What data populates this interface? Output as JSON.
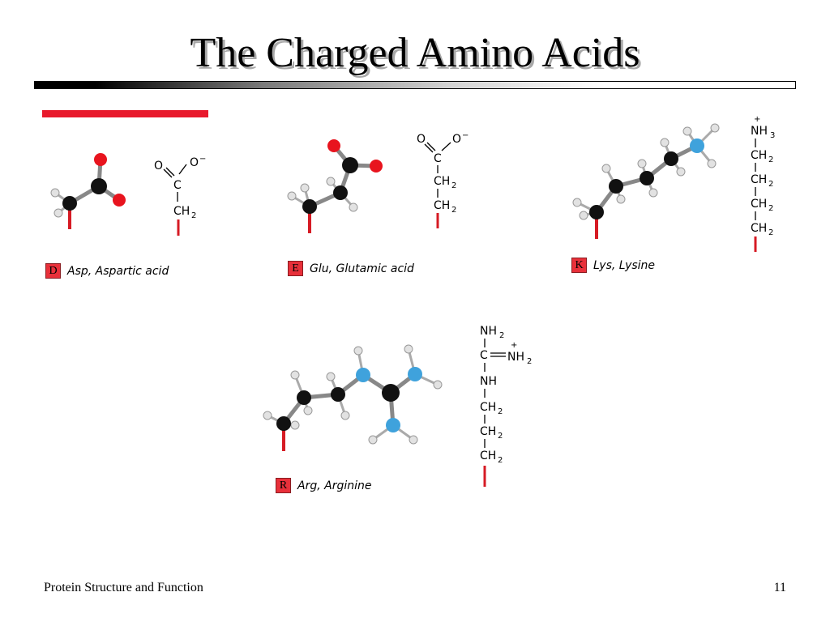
{
  "slide": {
    "title": "The Charged Amino Acids",
    "footer_left": "Protein Structure and Function",
    "page_number": "11"
  },
  "amino_acids": [
    {
      "code": "D",
      "label": "Asp, Aspartic acid",
      "formula": [
        "O",
        "O",
        "−",
        "C",
        "CH",
        "2"
      ]
    },
    {
      "code": "E",
      "label": "Glu, Glutamic acid",
      "formula": [
        "O",
        "O",
        "−",
        "C",
        "CH",
        "2",
        "CH",
        "2"
      ]
    },
    {
      "code": "K",
      "label": "Lys, Lysine",
      "formula": [
        "+",
        "NH",
        "3",
        "CH",
        "2",
        "CH",
        "2",
        "CH",
        "2",
        "CH",
        "2"
      ]
    },
    {
      "code": "R",
      "label": "Arg, Arginine",
      "formula": [
        "NH",
        "2",
        "C",
        "+",
        "NH",
        "2",
        "NH",
        "CH",
        "2",
        "CH",
        "2",
        "CH",
        "2"
      ]
    }
  ],
  "colors": {
    "carbon": "#111111",
    "oxygen": "#e8141e",
    "nitrogen": "#3fa2dc",
    "hydrogen": "#e2e2e2",
    "backbone": "#d61b24"
  }
}
